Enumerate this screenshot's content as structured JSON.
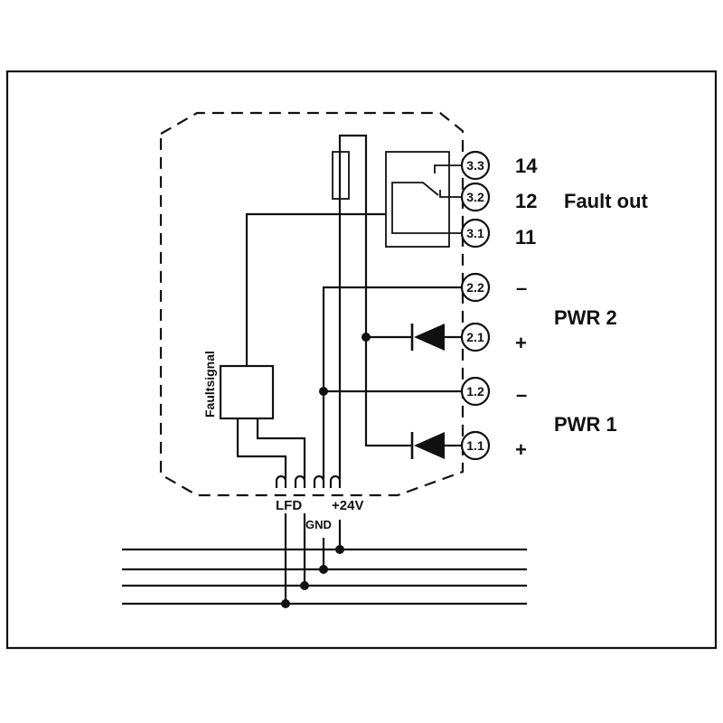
{
  "terminals": {
    "t33": "3.3",
    "t32": "3.2",
    "t31": "3.1",
    "t22": "2.2",
    "t21": "2.1",
    "t12": "1.2",
    "t11": "1.1"
  },
  "pins": {
    "p14": "14",
    "p12": "12",
    "p11": "11",
    "pwr2_minus": "–",
    "pwr2_plus": "+",
    "pwr1_minus": "–",
    "pwr1_plus": "+"
  },
  "groups": {
    "fault_out": "Fault out",
    "pwr2": "PWR 2",
    "pwr1": "PWR 1"
  },
  "module": {
    "faultsignal": "Faultsignal"
  },
  "bus": {
    "lfd": "LFD",
    "gnd": "GND",
    "plus24v": "+24V"
  }
}
